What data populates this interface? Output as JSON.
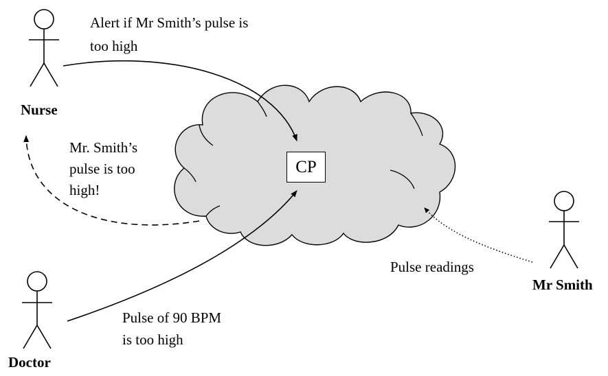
{
  "actors": {
    "nurse": "Nurse",
    "doctor": "Doctor",
    "patient": "Mr Smith"
  },
  "node": {
    "label": "CP"
  },
  "messages": {
    "alert_line1": "Alert if Mr Smith’s pulse is",
    "alert_line2": "too high",
    "notification_line1": "Mr. Smith’s",
    "notification_line2": "pulse is too",
    "notification_line3": "high!",
    "rule_line1": "Pulse of 90 BPM",
    "rule_line2": "is too high",
    "readings": "Pulse readings"
  },
  "colors": {
    "cloud_fill": "#dcdcdc",
    "stroke": "#000000"
  }
}
